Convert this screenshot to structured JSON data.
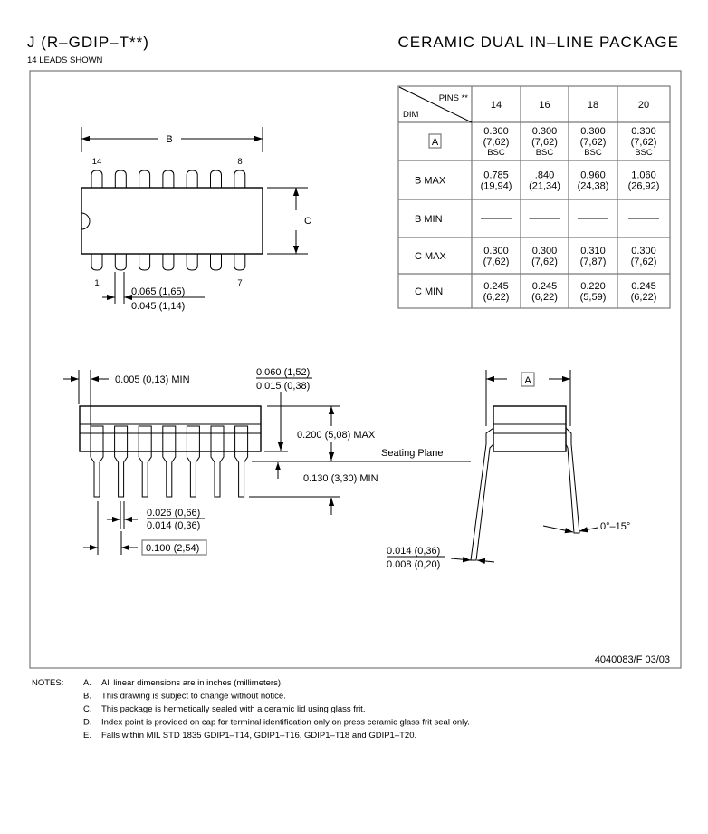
{
  "header": {
    "package_code": "J (R–GDIP–T**)",
    "leads_shown": "14 LEADS SHOWN",
    "package_name": "CERAMIC DUAL IN–LINE PACKAGE"
  },
  "table": {
    "corner_pins": "PINS **",
    "corner_dim": "DIM",
    "pin_counts": [
      "14",
      "16",
      "18",
      "20"
    ],
    "rows": [
      {
        "dim": "A",
        "boxed": true,
        "cells": [
          [
            "0.300",
            "(7,62)",
            "BSC"
          ],
          [
            "0.300",
            "(7,62)",
            "BSC"
          ],
          [
            "0.300",
            "(7,62)",
            "BSC"
          ],
          [
            "0.300",
            "(7,62)",
            "BSC"
          ]
        ]
      },
      {
        "dim": "B   MAX",
        "cells": [
          [
            "0.785",
            "(19,94)"
          ],
          [
            ".840",
            "(21,34)"
          ],
          [
            "0.960",
            "(24,38)"
          ],
          [
            "1.060",
            "(26,92)"
          ]
        ]
      },
      {
        "dim": "B   MIN",
        "cells": [
          [
            "—"
          ],
          [
            "—"
          ],
          [
            "—"
          ],
          [
            "—"
          ]
        ]
      },
      {
        "dim": "C   MAX",
        "cells": [
          [
            "0.300",
            "(7,62)"
          ],
          [
            "0.300",
            "(7,62)"
          ],
          [
            "0.310",
            "(7,87)"
          ],
          [
            "0.300",
            "(7,62)"
          ]
        ]
      },
      {
        "dim": "C   MIN",
        "cells": [
          [
            "0.245",
            "(6,22)"
          ],
          [
            "0.245",
            "(6,22)"
          ],
          [
            "0.220",
            "(5,59)"
          ],
          [
            "0.245",
            "(6,22)"
          ]
        ]
      }
    ]
  },
  "top_view": {
    "dim_b": "B",
    "dim_c": "C",
    "pin_14": "14",
    "pin_8": "8",
    "pin_1": "1",
    "pin_7": "7",
    "lead_width_max": "0.065 (1,65)",
    "lead_width_min": "0.045 (1,14)"
  },
  "side_view": {
    "end_gap": "0.005 (0,13) MIN",
    "shoulder_max": "0.060 (1,52)",
    "shoulder_min": "0.015 (0,38)",
    "height_max": "0.200 (5,08) MAX",
    "seating_plane": "Seating Plane",
    "lead_length_min": "0.130 (3,30) MIN",
    "lead_width_max": "0.026 (0,66)",
    "lead_width_min": "0.014 (0,36)",
    "pitch": "0.100 (2,54)"
  },
  "end_view": {
    "dim_a": "A",
    "angle": "0°–15°",
    "thickness_max": "0.014 (0,36)",
    "thickness_min": "0.008 (0,20)"
  },
  "drawing_number": "4040083/F 03/03",
  "notes": {
    "label": "NOTES:",
    "items": [
      {
        "letter": "A.",
        "text": "All linear dimensions are in inches (millimeters)."
      },
      {
        "letter": "B.",
        "text": "This drawing is subject to change without notice."
      },
      {
        "letter": "C.",
        "text": "This package is hermetically sealed with a ceramic lid using glass frit."
      },
      {
        "letter": "D.",
        "text": "Index point is provided on cap for terminal identification only on press ceramic glass frit seal only."
      },
      {
        "letter": "E.",
        "text": "Falls within MIL STD 1835 GDIP1–T14, GDIP1–T16, GDIP1–T18 and GDIP1–T20."
      }
    ]
  }
}
